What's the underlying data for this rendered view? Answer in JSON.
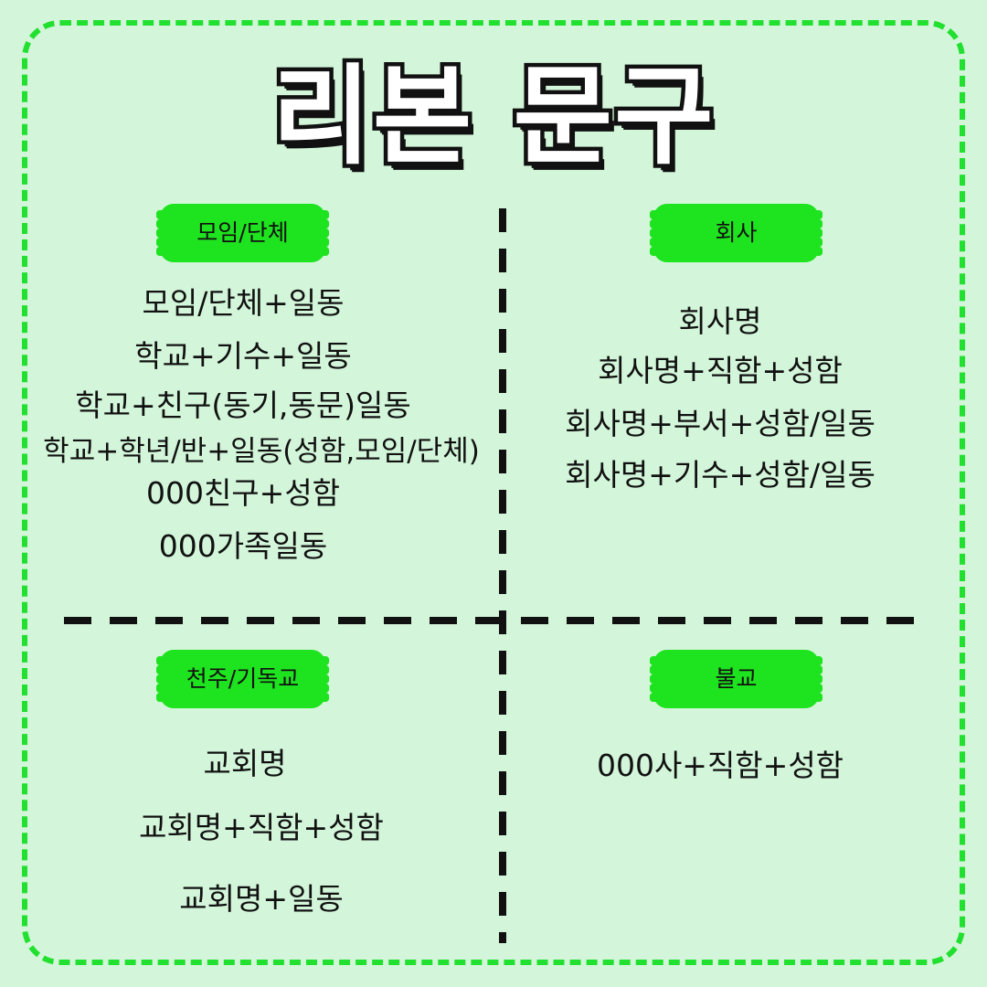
{
  "title": "리본 문구",
  "colors": {
    "background": "#d3f6da",
    "border": "#22e02f",
    "badge": "#1ee31f",
    "text": "#111111"
  },
  "sections": {
    "group": {
      "label": "모임/단체",
      "items": [
        "모임/단체+일동",
        "학교+기수+일동",
        "학교+친구(동기,동문)일동",
        "학교+학년/반+일동(성함,모임/단체)",
        "000친구+성함",
        "000가족일동"
      ]
    },
    "company": {
      "label": "회사",
      "items": [
        "회사명",
        "회사명+직함+성함",
        "회사명+부서+성함/일동",
        "회사명+기수+성함/일동"
      ]
    },
    "church": {
      "label": "천주/기독교",
      "items": [
        "교회명",
        "교회명+직함+성함",
        "교회명+일동"
      ]
    },
    "buddhism": {
      "label": "불교",
      "items": [
        "000사+직함+성함"
      ]
    }
  }
}
